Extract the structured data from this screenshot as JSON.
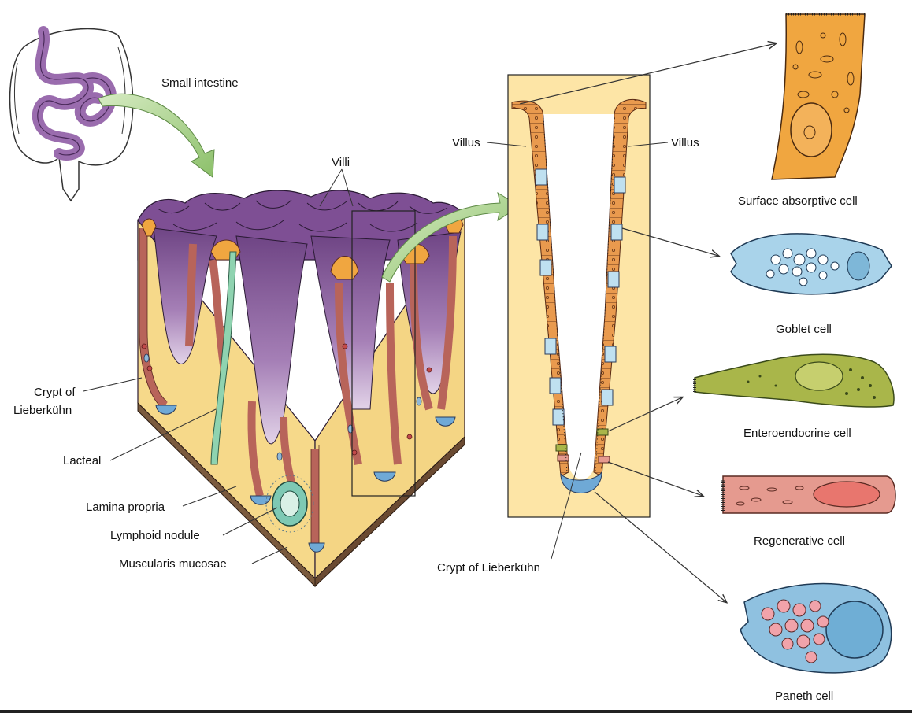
{
  "labels": {
    "small_intestine": "Small intestine",
    "villi": "Villi",
    "villus_left": "Villus",
    "villus_right": "Villus",
    "crypt_left_line1": "Crypt of",
    "crypt_left_line2": "Lieberkühn",
    "lacteal": "Lacteal",
    "lamina_propria": "Lamina propria",
    "lymphoid_nodule": "Lymphoid nodule",
    "muscularis_mucosae": "Muscularis mucosae",
    "crypt_center": "Crypt of Lieberkühn",
    "surface_absorptive_cell": "Surface absorptive cell",
    "goblet_cell": "Goblet cell",
    "enteroendocrine_cell": "Enteroendocrine cell",
    "regenerative_cell": "Regenerative cell",
    "paneth_cell": "Paneth cell"
  },
  "colors": {
    "intestine_purple": "#9a6cae",
    "villus_purple": "#8a5a9e",
    "lamina_yellow": "#f7dc8c",
    "epithelium_orange": "#e99a4e",
    "goblet_blue": "#a9d3ea",
    "enteroendocrine_green": "#a9b64a",
    "regenerative_pink": "#e59a8f",
    "paneth_blue": "#8fc1e0",
    "lacteal_green": "#8fd3b0",
    "arrow_green": "#a8d08d",
    "muscularis_brown": "#7a5a3e"
  }
}
